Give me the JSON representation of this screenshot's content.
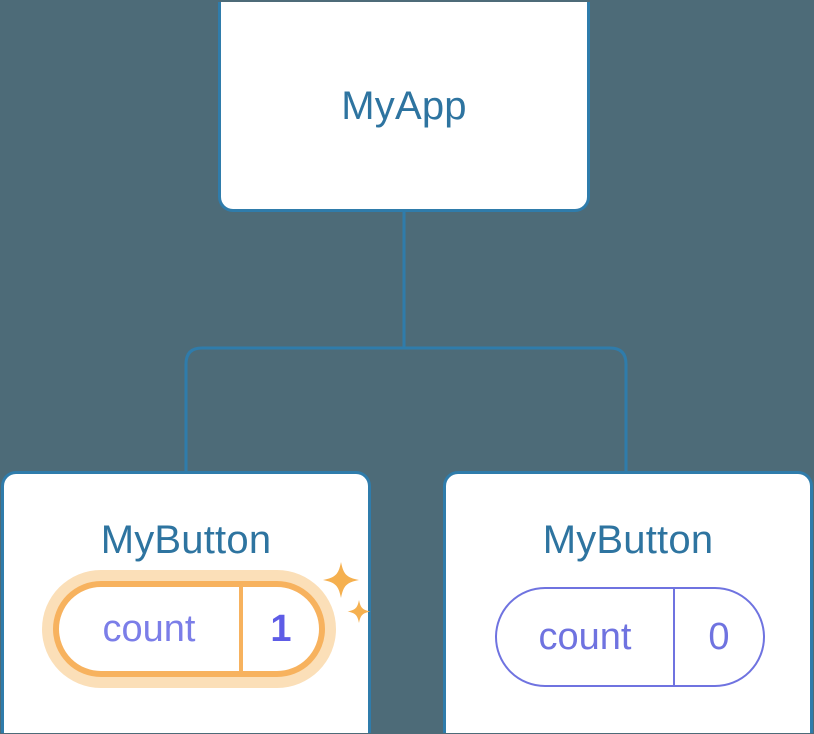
{
  "theme": {
    "background": "#4d6b78",
    "card_background": "#ffffff",
    "card_border": "#2f7cab",
    "connector": "#2f7cab",
    "title_text": "#2e74a0",
    "state_text": "#6f73e0",
    "state_text_active": "#5e5ce6",
    "highlight_border": "#f7b25e",
    "highlight_glow": "#fbdfb8",
    "sparkle": "#f5b04f"
  },
  "tree": {
    "root": {
      "title": "MyApp"
    },
    "children": [
      {
        "title": "MyButton",
        "highlighted": true,
        "state": {
          "key": "count",
          "value": "1"
        },
        "sparkle_icons": [
          "sparkle-large-icon",
          "sparkle-small-icon"
        ]
      },
      {
        "title": "MyButton",
        "highlighted": false,
        "state": {
          "key": "count",
          "value": "0"
        }
      }
    ]
  }
}
